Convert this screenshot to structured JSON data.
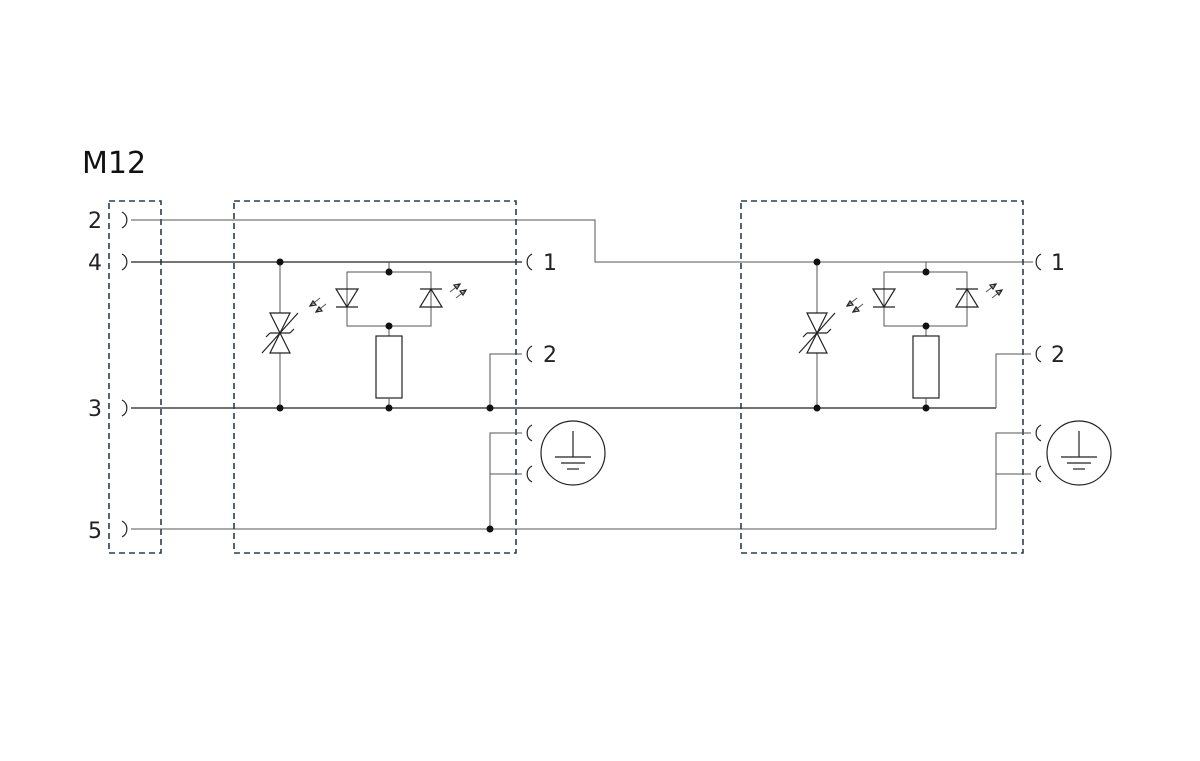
{
  "title": "M12",
  "input_connector": {
    "pins": [
      "2",
      "4",
      "3",
      "5"
    ]
  },
  "modules": [
    {
      "outputs": [
        "1",
        "2"
      ]
    },
    {
      "outputs": [
        "1",
        "2"
      ]
    }
  ],
  "colors": {
    "line": "#222222",
    "dashed_box": "#2b3d52"
  },
  "icons": [
    "zener-diode-icon",
    "led-icon",
    "resistor-icon",
    "earth-ground-icon",
    "socket-contact-icon"
  ]
}
